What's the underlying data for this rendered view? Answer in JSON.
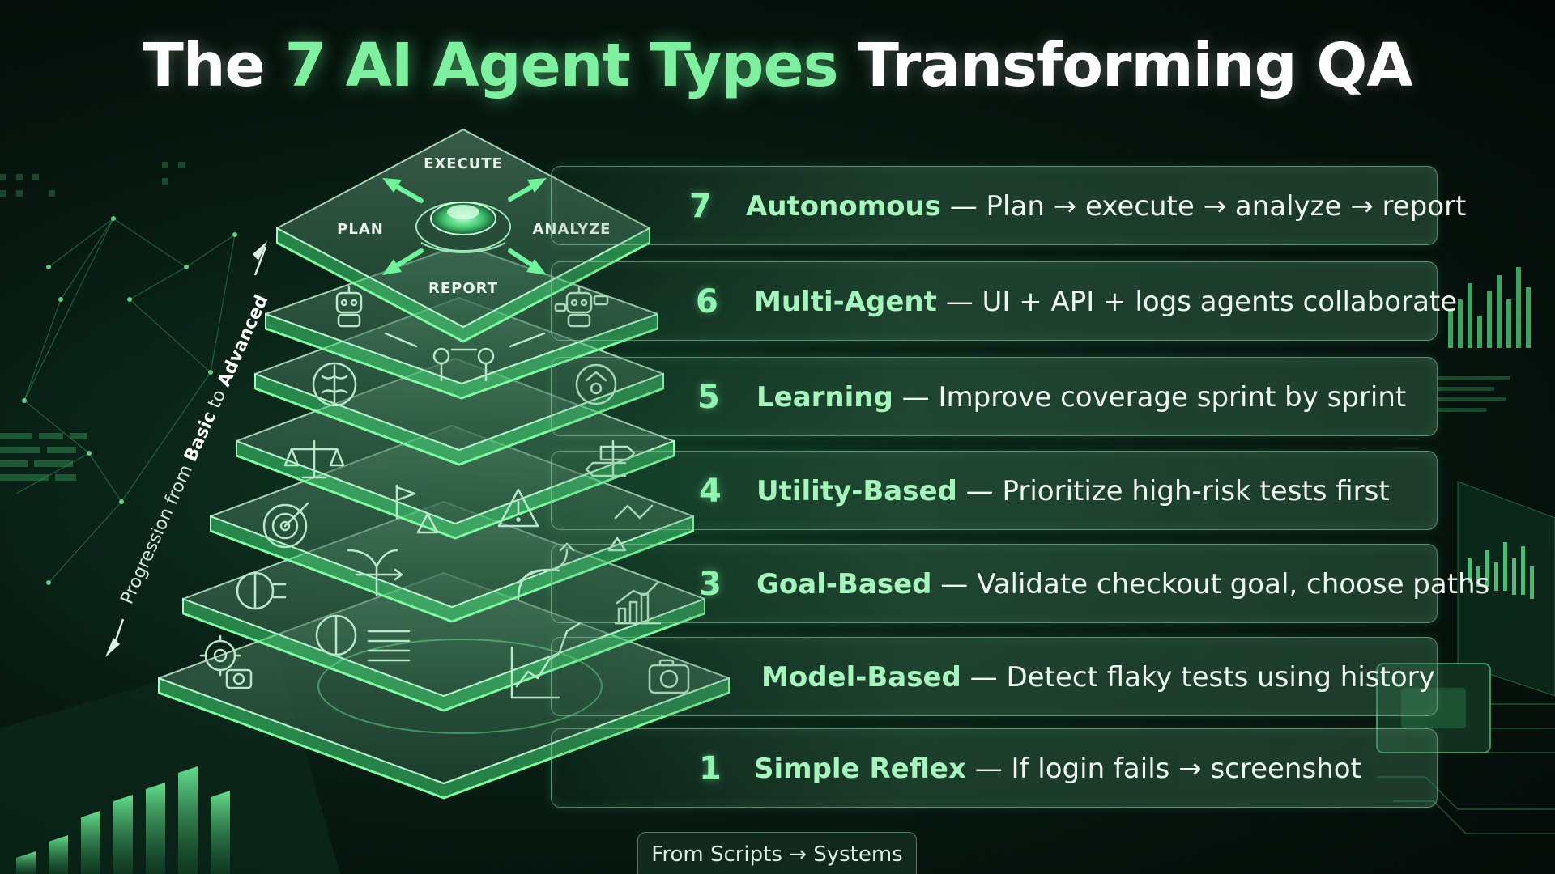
{
  "title": {
    "prefix": "The ",
    "highlight": "7 AI Agent Types",
    "suffix": " Transforming QA"
  },
  "agents": [
    {
      "num": "7",
      "name": "Autonomous",
      "desc": " — Plan → execute → analyze → report"
    },
    {
      "num": "6",
      "name": "Multi-Agent",
      "desc": " — UI + API + logs agents collaborate"
    },
    {
      "num": "5",
      "name": "Learning",
      "desc": " — Improve coverage sprint by sprint"
    },
    {
      "num": "4",
      "name": "Utility-Based",
      "desc": " — Prioritize high-risk tests first"
    },
    {
      "num": "3",
      "name": "Goal-Based",
      "desc": " — Validate checkout goal, choose paths"
    },
    {
      "num": "",
      "name": "Model-Based",
      "desc": " — Detect flaky tests using history"
    },
    {
      "num": "1",
      "name": "Simple Reflex",
      "desc": " — If login fails → screenshot"
    }
  ],
  "top_layer": {
    "execute": "EXECUTE",
    "plan": "PLAN",
    "analyze": "ANALYZE",
    "report": "REPORT"
  },
  "progression": {
    "prefix": "Progression from ",
    "basic": "Basic",
    "middle": " to ",
    "advanced": "Advanced"
  },
  "footer": "From Scripts → Systems",
  "colors": {
    "accent": "#7ef0a0",
    "background": "#06140e",
    "glow": "#4be27e"
  },
  "icons": [
    "robot-icon",
    "collaboration-icon",
    "brain-icon",
    "scale-icon",
    "signpost-icon",
    "warning-icon",
    "target-icon",
    "branch-arrows-icon",
    "camera-icon",
    "gear-icon",
    "bar-chart-icon",
    "line-chart-icon"
  ]
}
